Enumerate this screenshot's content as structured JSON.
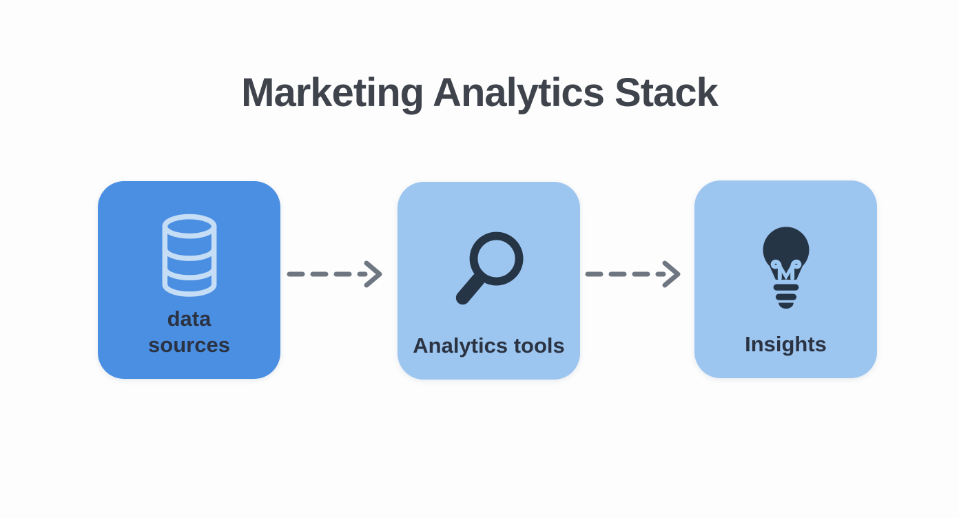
{
  "title": "Marketing Analytics Stack",
  "colors": {
    "background": "#fdfdfd",
    "title_text": "#3e434c",
    "box_primary": "#4b8fe2",
    "box_secondary": "#9cc5f0",
    "label_text": "#2b3342",
    "icon_light": "#c6ddf6",
    "icon_dark": "#263546",
    "filament": "#9cc8f2",
    "arrow": "#6e7681"
  },
  "nodes": [
    {
      "id": "data-sources",
      "label": "data sources",
      "icon": "database-icon",
      "variant": "primary"
    },
    {
      "id": "analytics-tools",
      "label": "Analytics tools",
      "icon": "search-icon",
      "variant": "secondary"
    },
    {
      "id": "insights",
      "label": "Insights",
      "icon": "lightbulb-icon",
      "variant": "secondary"
    }
  ],
  "connectors": [
    {
      "from": "data-sources",
      "to": "analytics-tools",
      "style": "dashed-arrow"
    },
    {
      "from": "analytics-tools",
      "to": "insights",
      "style": "dashed-arrow"
    }
  ]
}
